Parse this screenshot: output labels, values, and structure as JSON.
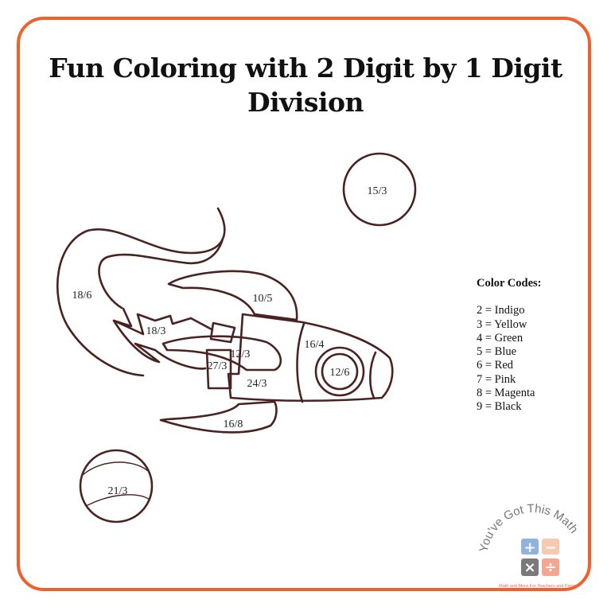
{
  "title": "Fun Coloring with 2 Digit by 1 Digit Division",
  "colors": {
    "border": "#f0602a",
    "line_art": "#4a2222"
  },
  "regions": {
    "planet_top": "15/3",
    "flame_tail": "18/6",
    "top_fin": "10/5",
    "flame_inner": "18/3",
    "middle_fin": "12/3",
    "nose_band": "16/4",
    "engine": "27/3",
    "window": "12/6",
    "body": "24/3",
    "bottom_fin": "16/8",
    "planet_bottom": "21/3"
  },
  "color_codes": {
    "heading": "Color Codes:",
    "items": [
      "2 = Indigo",
      "3 = Yellow",
      "4 = Green",
      "5 = Blue",
      "6 = Red",
      "7 = Pink",
      "8 = Magenta",
      "9 = Black"
    ]
  },
  "logo": {
    "arc_text": "You've Got This Math",
    "tagline": "Math and More For Teachers and Parents",
    "icons": [
      "plus-icon",
      "minus-icon",
      "times-icon",
      "divide-icon"
    ]
  }
}
